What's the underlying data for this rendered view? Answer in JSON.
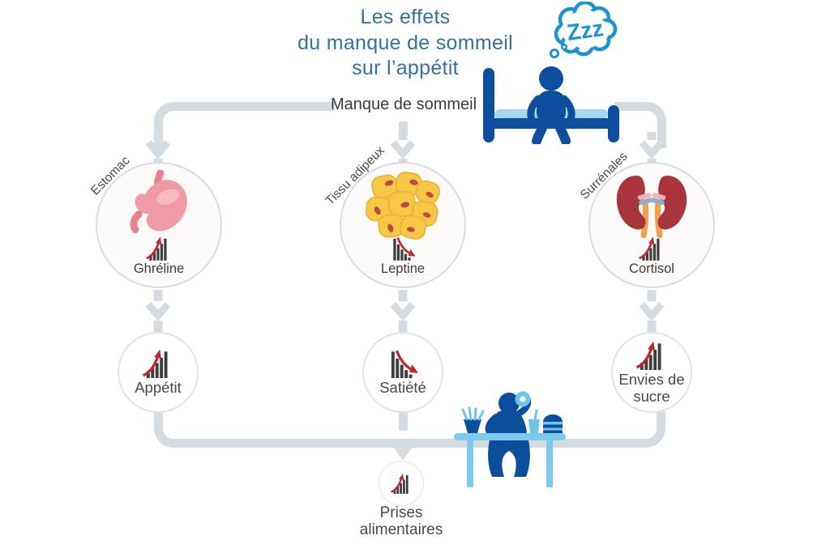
{
  "title": {
    "lines": [
      "Les effets",
      "du manque de sommeil",
      "sur l’appétit"
    ]
  },
  "sleep_bubble_text": "Zzz",
  "root": {
    "label": "Manque de sommeil"
  },
  "columns": [
    {
      "organ_label": "Estomac",
      "organ_icon": "stomach-icon",
      "hormone": {
        "label": "Ghréline",
        "trend": "up"
      },
      "effect": {
        "label": "Appétit",
        "trend": "up"
      }
    },
    {
      "organ_label": "Tissu adipeux",
      "organ_icon": "adipose-tissue-icon",
      "hormone": {
        "label": "Leptine",
        "trend": "down"
      },
      "effect": {
        "label": "Satiété",
        "trend": "down"
      }
    },
    {
      "organ_label": "Surrénales",
      "organ_icon": "kidneys-icon",
      "hormone": {
        "label": "Cortisol",
        "trend": "up"
      },
      "effect": {
        "label": "Envies de sucre",
        "trend": "up"
      }
    }
  ],
  "outcome": {
    "label": "Prises alimentaires",
    "trend": "up"
  },
  "icons": {
    "sleep_deprived_person": "person-sitting-on-bed-icon",
    "thought_bubble": "zzz-thought-bubble-icon",
    "overeating_person": "person-eating-at-table-icon",
    "trend_up": "rising-bar-chart-icon",
    "trend_down": "falling-bar-chart-icon"
  },
  "colors": {
    "title_blue": "#35719f",
    "dark_blue": "#0d4f9e",
    "light_blue": "#7ec9ec",
    "bubble_blue": "#1b93d0",
    "connector_gray": "#d4dbe1",
    "chart_red": "#c1272d",
    "chart_bar": "#3e3e3e"
  }
}
